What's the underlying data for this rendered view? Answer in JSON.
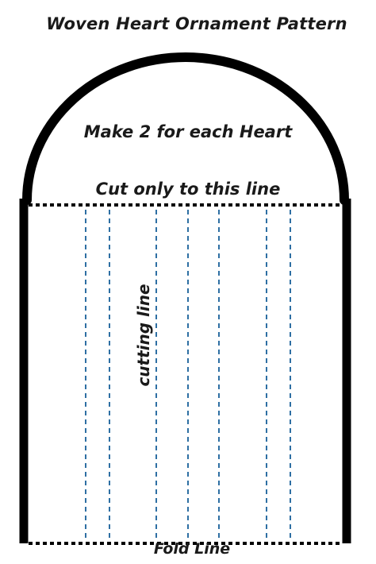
{
  "title": "Woven Heart Ornament Pattern",
  "make_label": "Make 2 for each Heart",
  "cut_only_label": "Cut only to this line",
  "cutting_line_label": "cutting line",
  "fold_line_label": "Fold Line",
  "colors": {
    "outline": "#000000",
    "dashed_cut": "#2e6fa3",
    "text": "#1a1a1a"
  }
}
